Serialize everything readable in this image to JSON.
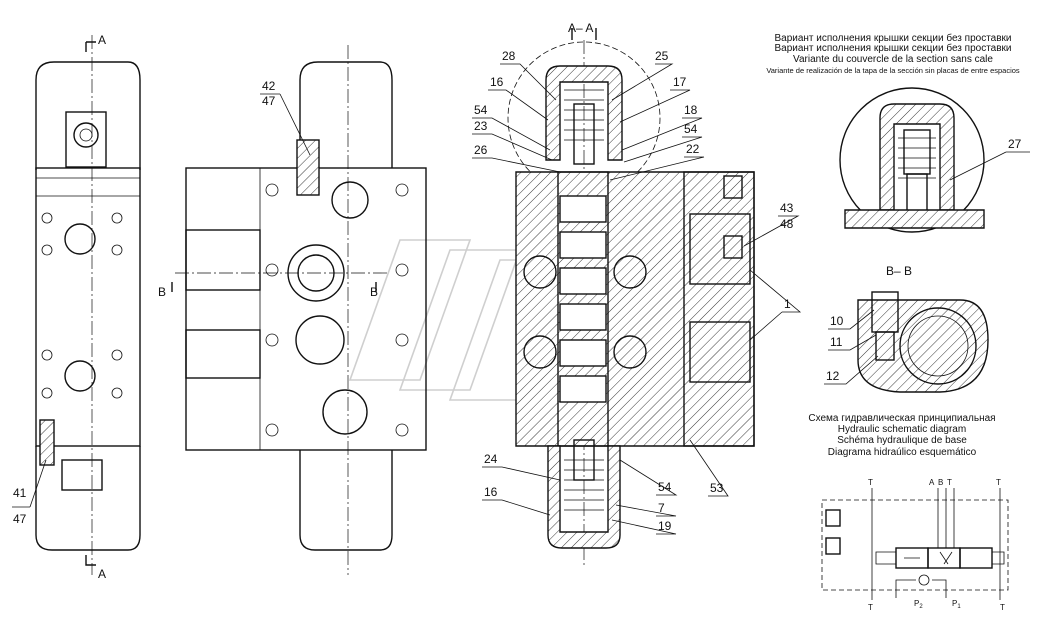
{
  "section_labels": {
    "section_aa": "A– A",
    "section_bb": "B– B",
    "cut_a_top": "A",
    "cut_a_bottom": "A",
    "cut_b_left": "B",
    "cut_b_right": "B"
  },
  "callouts": {
    "c42": "42",
    "c47a": "47",
    "c41": "41",
    "c47b": "47",
    "c28": "28",
    "c25": "25",
    "c16a": "16",
    "c17": "17",
    "c54a": "54",
    "c18": "18",
    "c23": "23",
    "c54b": "54",
    "c26": "26",
    "c22": "22",
    "c43": "43",
    "c48": "48",
    "c1": "1",
    "c24": "24",
    "c54c": "54",
    "c16b": "16",
    "c7": "7",
    "c53": "53",
    "c19": "19",
    "c27": "27",
    "c10": "10",
    "c11": "11",
    "c12": "12"
  },
  "variant_caption": {
    "ru_1": "Вариант исполнения крышки секции без проставки",
    "ru_2": "Вариант исполнения крышки секции без проставки",
    "fr": "Variante du couvercle de la section sans cale",
    "es": "Variante de realización de la tapa de la sección sin placas de entre espacios"
  },
  "hydraulic_caption": {
    "ru": "Схема гидравлическая принципиальная",
    "en": "Hydraulic schematic diagram",
    "fr": "Schéma hydraulique de base",
    "es": "Diagrama hidraúlico esquemático"
  },
  "hydraulic_ports": {
    "t_top_left": "T",
    "a": "A",
    "b": "B",
    "t_top_mid": "T",
    "t_top_right": "T",
    "t_bottom_left": "T",
    "p2": "P",
    "p2_sub": "2",
    "p1": "P",
    "p1_sub": "1",
    "t_bottom_right": "T"
  }
}
